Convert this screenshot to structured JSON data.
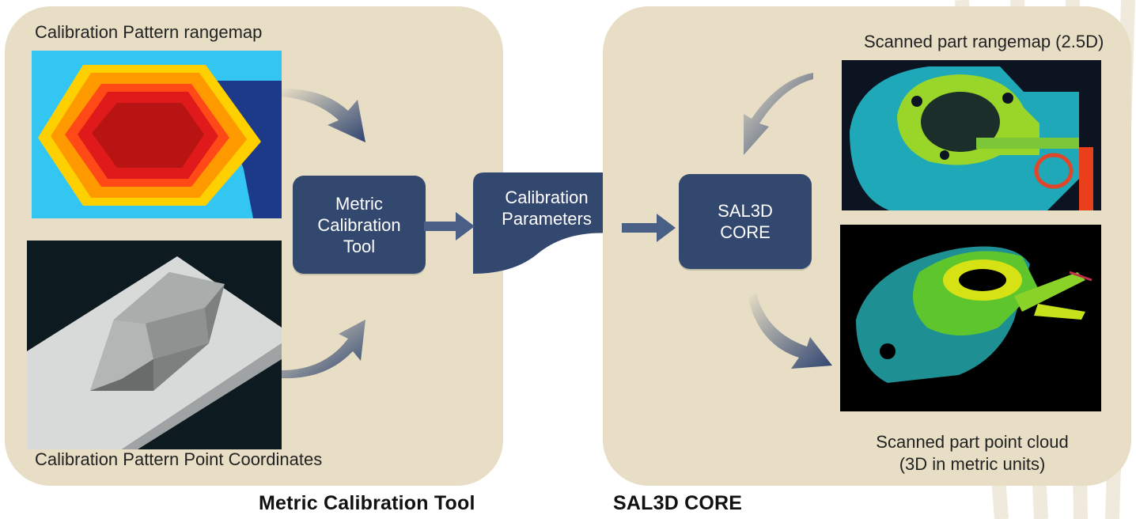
{
  "left_panel": {
    "caption_top": "Calibration Pattern rangemap",
    "caption_bottom": "Calibration Pattern Point Coordinates",
    "tool_label": "Metric\nCalibration\nTool"
  },
  "middle": {
    "params_label": "Calibration\nParameters"
  },
  "right_panel": {
    "caption_top": "Scanned part rangemap (2.5D)",
    "caption_bottom_line1": "Scanned part point cloud",
    "caption_bottom_line2": "(3D in metric units)",
    "core_label": "SAL3D\nCORE"
  },
  "footer": {
    "left_title": "Metric Calibration Tool",
    "right_title": "SAL3D CORE"
  },
  "colors": {
    "panel_bg": "#e7dec5",
    "node_bg": "#33486f",
    "arrow_fill": "#4a5f86"
  }
}
